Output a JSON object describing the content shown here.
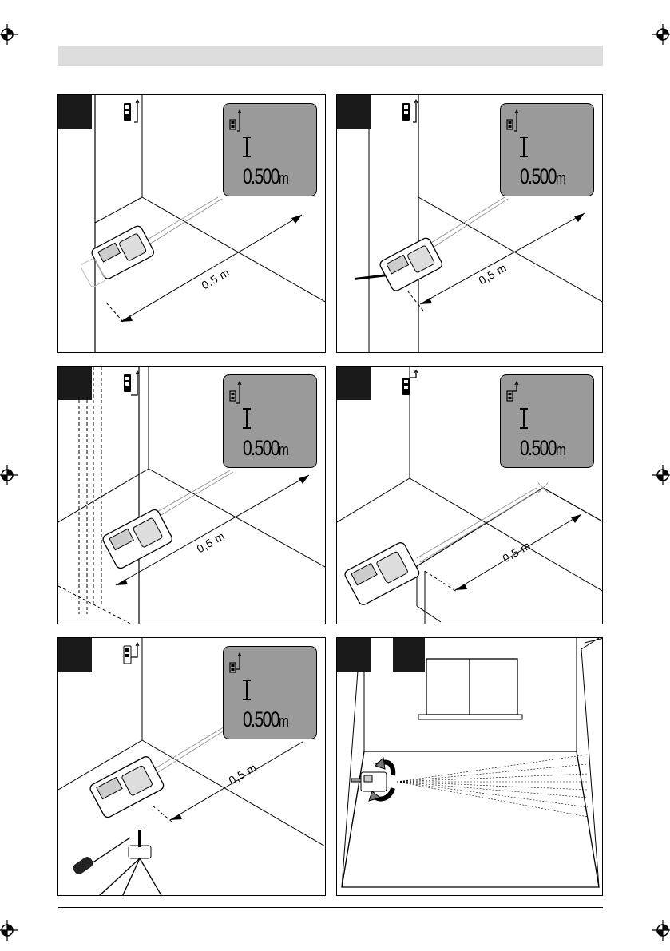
{
  "display": {
    "value_number": "0.500",
    "value_unit": "m"
  },
  "dimension_label": "0,5 m",
  "panels": [
    {
      "id": "A"
    },
    {
      "id": "B"
    },
    {
      "id": "C"
    },
    {
      "id": "D"
    },
    {
      "id": "E"
    },
    {
      "id": "F"
    }
  ],
  "icons": {
    "reference": "reference-rear-edge-icon",
    "registration": "registration-mark-icon",
    "rotate": "rotate-arrows-icon"
  }
}
